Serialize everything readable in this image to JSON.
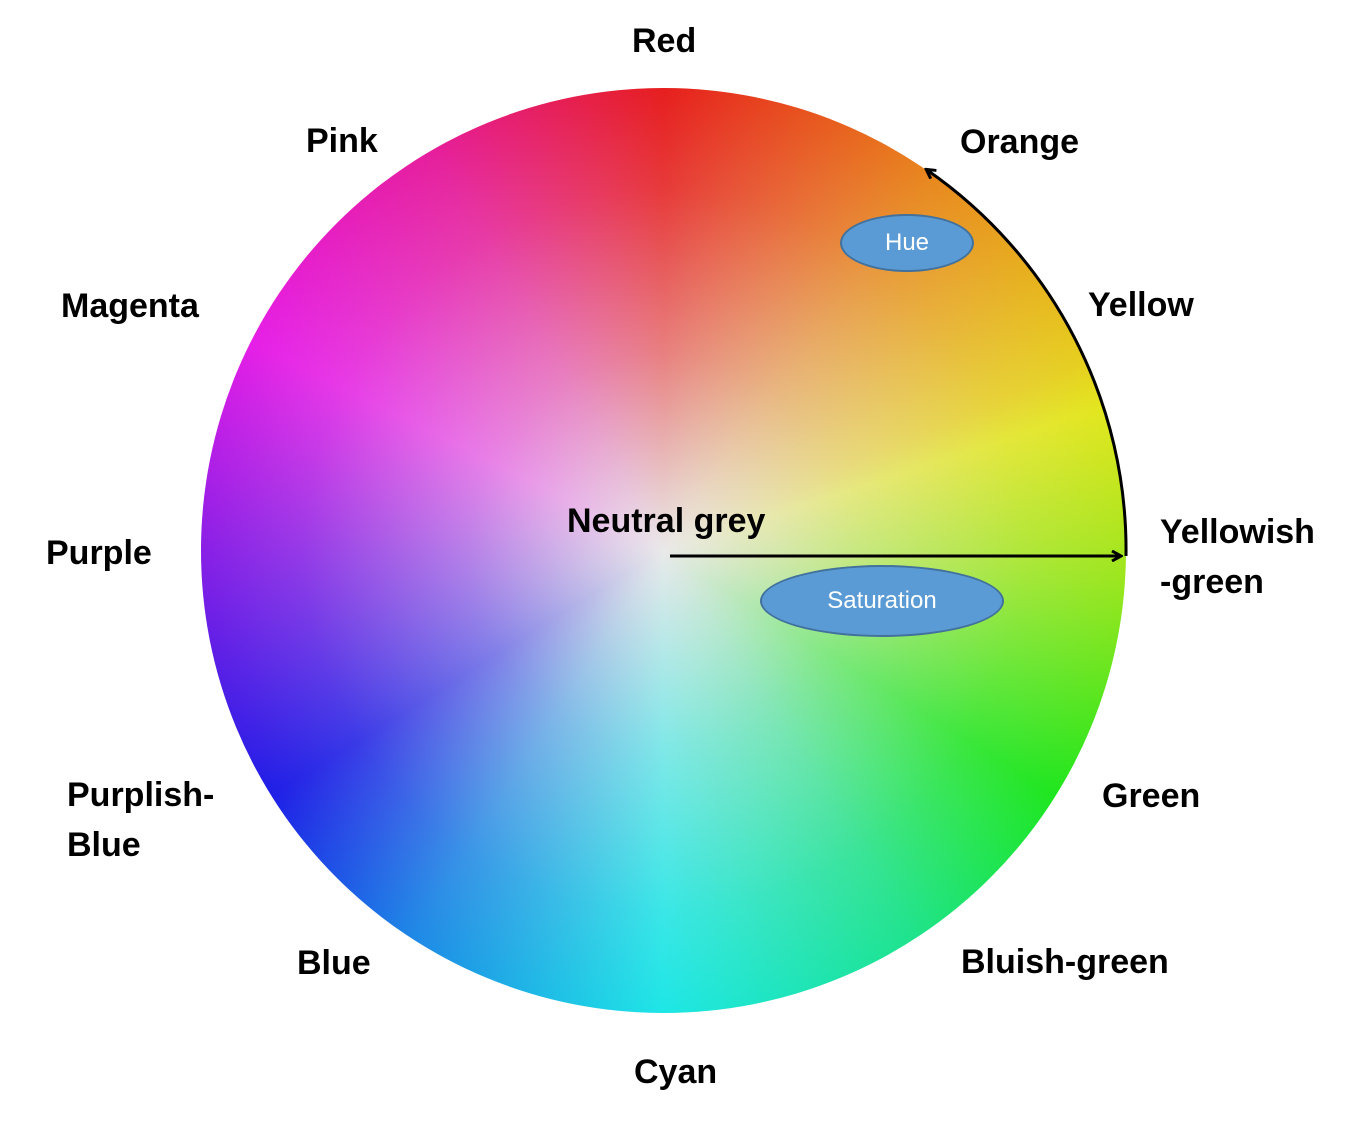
{
  "labels": {
    "red": "Red",
    "orange": "Orange",
    "yellow": "Yellow",
    "yellowish_green_1": "Yellowish",
    "yellowish_green_2": "-green",
    "green": "Green",
    "bluish_green": "Bluish-green",
    "cyan": "Cyan",
    "blue": "Blue",
    "purplish_blue_1": "Purplish-",
    "purplish_blue_2": "Blue",
    "purple": "Purple",
    "magenta": "Magenta",
    "pink": "Pink"
  },
  "center_label": "Neutral grey",
  "badges": {
    "hue": "Hue",
    "saturation": "Saturation"
  },
  "colors": {
    "badge_fill": "#5b9bd5",
    "badge_border": "#41719c",
    "center_grey": "#e9e9e9"
  }
}
